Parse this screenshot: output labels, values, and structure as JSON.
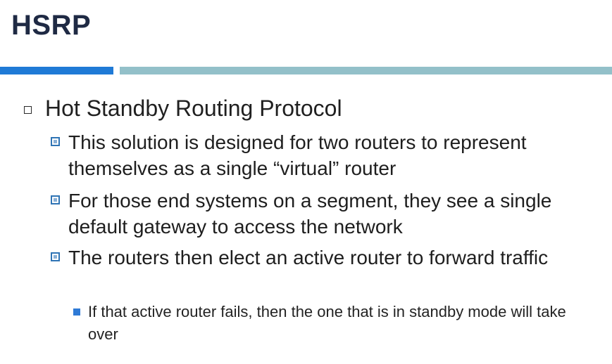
{
  "slide": {
    "title": "HSRP",
    "colors": {
      "title": "#1f2a44",
      "bar_left": "#1f7ad6",
      "bar_right": "#93c0c9",
      "bullet_accent": "#2f7ad6"
    },
    "bullets": [
      {
        "level": 1,
        "text": "Hot Standby Routing Protocol",
        "children": [
          {
            "level": 2,
            "text": "This solution is designed for two routers to represent themselves as a single “virtual” router"
          },
          {
            "level": 2,
            "text": "For those end systems on a segment, they see a single default gateway to access the network"
          },
          {
            "level": 2,
            "text": "The routers then elect an active router to forward traffic",
            "children": [
              {
                "level": 3,
                "text": "If that active router fails, then the one that is in standby mode will take over"
              }
            ]
          }
        ]
      }
    ]
  }
}
